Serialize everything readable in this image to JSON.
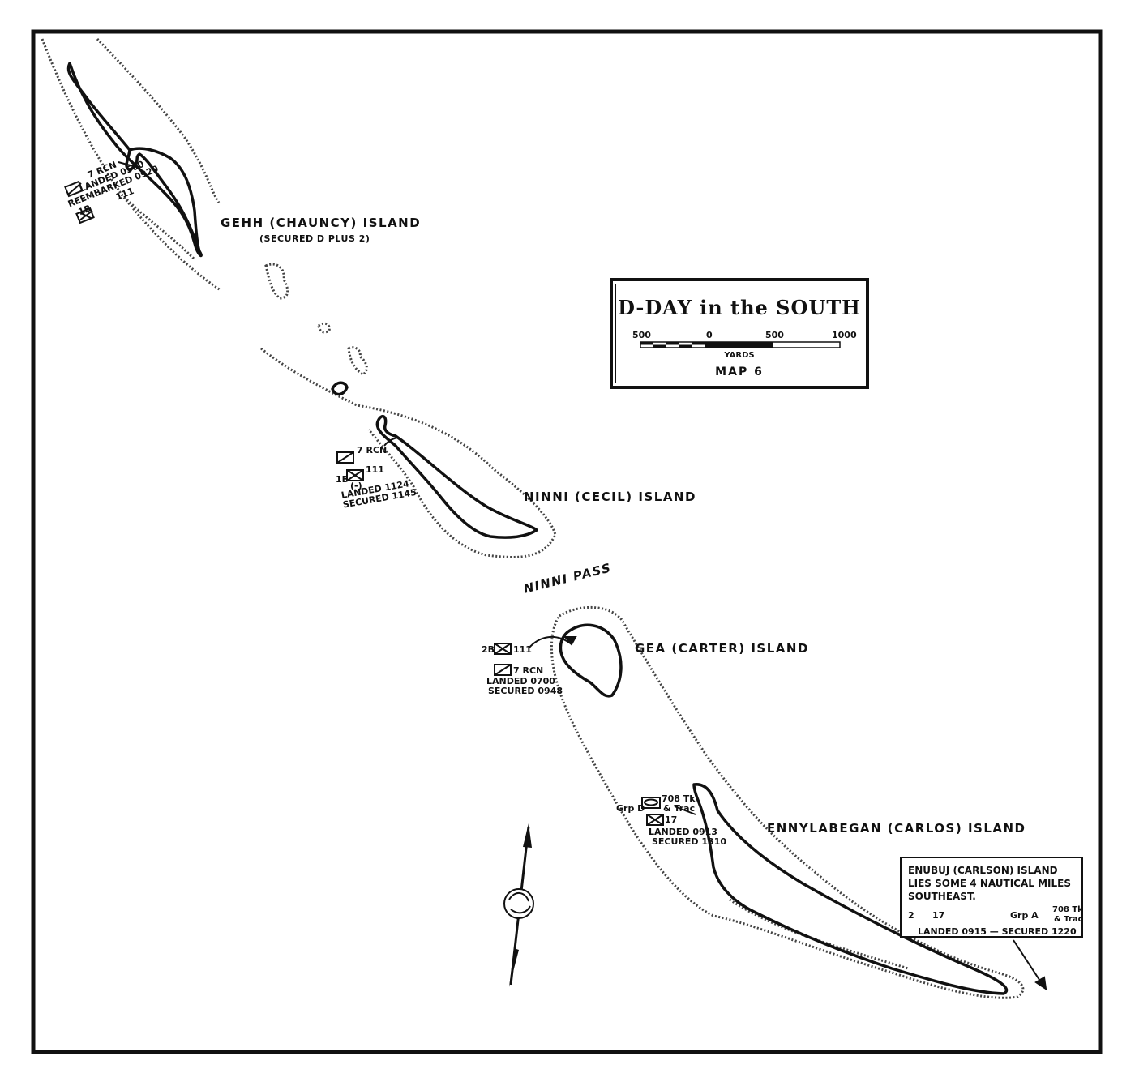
{
  "title": "D-DAY in the SOUTH",
  "map_number": "MAP 6",
  "scale": {
    "ticks": [
      "500",
      "0",
      "500",
      "1000"
    ],
    "unit": "YARDS"
  },
  "islands": {
    "gehh": {
      "name": "GEHH (CHAUNCY) ISLAND",
      "status": "(SECURED D PLUS 2)"
    },
    "ninni": {
      "name": "NINNI (CECIL) ISLAND"
    },
    "pass": {
      "name": "NINNI PASS"
    },
    "gea": {
      "name": "GEA (CARTER) ISLAND"
    },
    "ennylabegan": {
      "name": "ENNYLABEGAN (CARLOS) ISLAND"
    }
  },
  "units": {
    "gehh": {
      "line1": "7 RCN",
      "line2": "LANDED 0500",
      "line3": "REEMBARKED 0929",
      "line4": "1B",
      "line4b": "111"
    },
    "ninni": {
      "line1": "7 RCN",
      "line2": "1B",
      "line2b": "111",
      "line3": "(-)",
      "line4": "LANDED 1124",
      "line5": "SECURED 1145"
    },
    "gea": {
      "line1": "2B",
      "line1b": "111",
      "line2": "7 RCN",
      "line3": "LANDED 0700",
      "line4": "SECURED 0948"
    },
    "ennylabegan": {
      "line1": "Grp D",
      "line1b": "708 Tk",
      "line1c": "& Trac",
      "line2": "17",
      "line3": "LANDED 0913",
      "line4": "SECURED 1310"
    }
  },
  "note": {
    "line1": "ENUBUJ (CARLSON) ISLAND",
    "line2": "LIES SOME 4 NAUTICAL MILES",
    "line3": "SOUTHEAST.",
    "unit_left": "17",
    "unit_right": "Grp A",
    "unit_right_b": "708 Tk",
    "unit_right_c": "& Trac",
    "landed": "LANDED 0915 — SECURED 1220"
  }
}
